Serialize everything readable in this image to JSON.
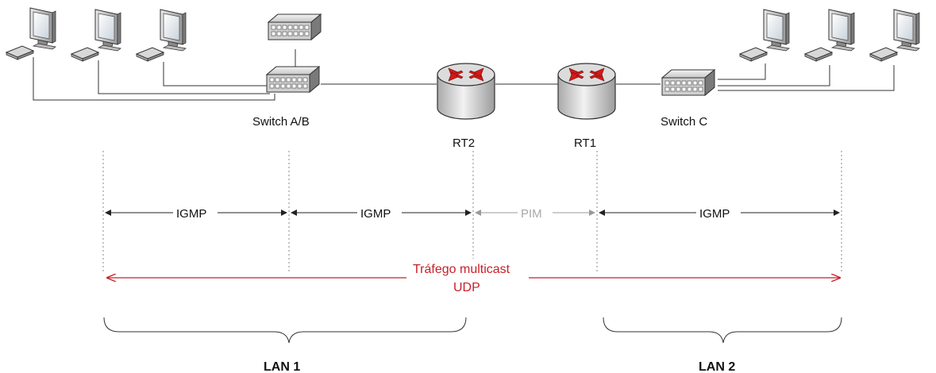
{
  "devices": {
    "switch_ab": "Switch A/B",
    "switch_c": "Switch C",
    "rt2": "RT2",
    "rt1": "RT1"
  },
  "protocols": {
    "igmp_1": "IGMP",
    "igmp_2": "IGMP",
    "pim": "PIM",
    "igmp_3": "IGMP"
  },
  "traffic": {
    "line1": "Tráfego multicast",
    "line2": "UDP"
  },
  "lans": {
    "lan1": "LAN 1",
    "lan2": "LAN 2"
  },
  "colors": {
    "link": "#333333",
    "traffic": "#c8202a",
    "pim": "#a8a8a8",
    "router_arrow": "#d11a1a"
  }
}
